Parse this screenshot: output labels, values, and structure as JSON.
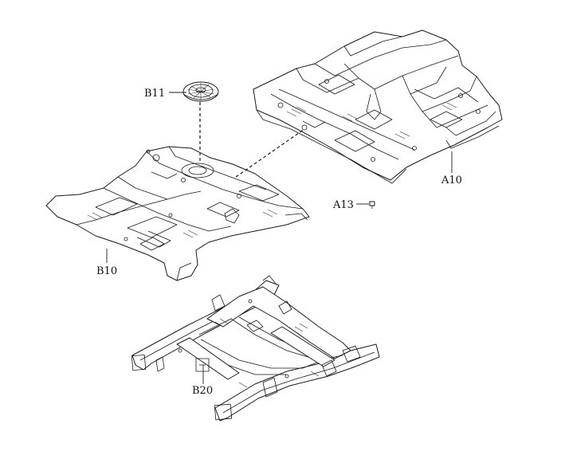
{
  "callouts": {
    "b11": "B11",
    "a10": "A10",
    "a13": "A13",
    "b10": "B10",
    "b20": "B20"
  },
  "colors": {
    "line": "#1a1a1a",
    "background": "#ffffff"
  }
}
